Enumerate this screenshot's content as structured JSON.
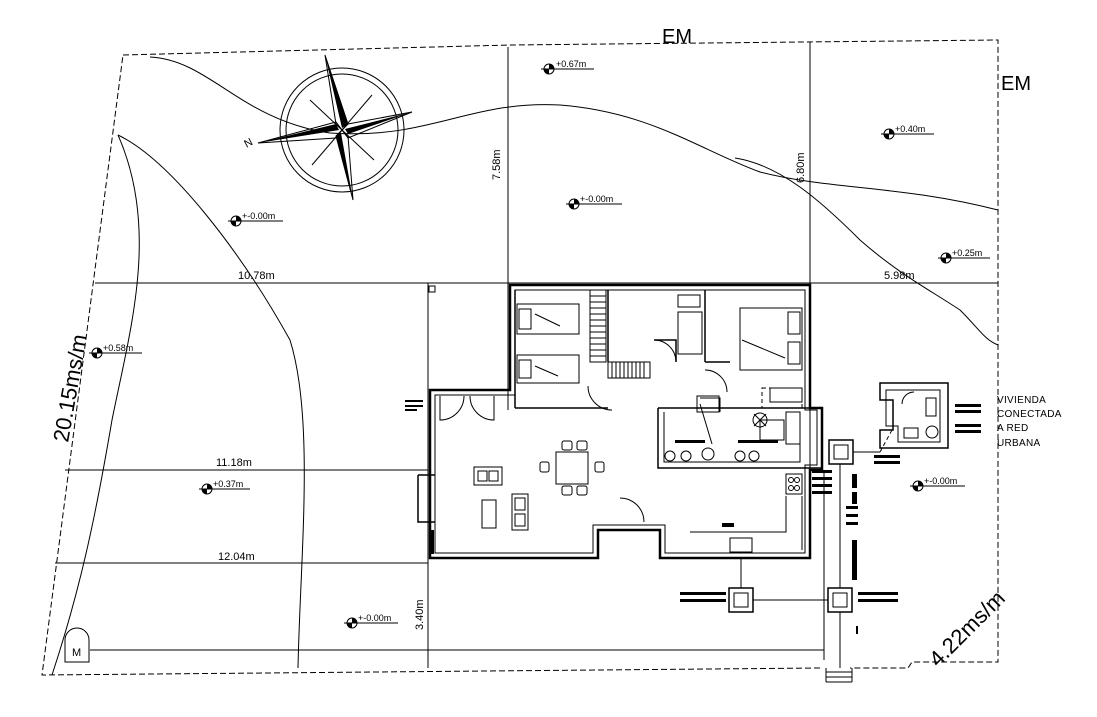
{
  "labels": {
    "em_top": "EM",
    "em_right": "EM",
    "side_left": "20.15ms/m",
    "side_right": "4.22ms/m",
    "meter": "M",
    "network_note": [
      "VIVIENDA",
      "CONECTADA",
      "A RED",
      "URBANA"
    ]
  },
  "dimensions": {
    "d_1078": "10.78m",
    "d_1118": "11.18m",
    "d_1204": "12.04m",
    "d_758": "7.58m",
    "d_680": "6.80m",
    "d_598": "5.98m",
    "d_340": "3.40m"
  },
  "levels": {
    "lv_067": "+0.67m",
    "lv_040": "+0.40m",
    "lv_000_top": "+-0.00m",
    "lv_025": "+0.25m",
    "lv_000_left": "+-0.00m",
    "lv_058": "+0.58m",
    "lv_037": "+0.37m",
    "lv_000_right": "+-0.00m",
    "lv_000_bottom": "+-0.00m"
  }
}
